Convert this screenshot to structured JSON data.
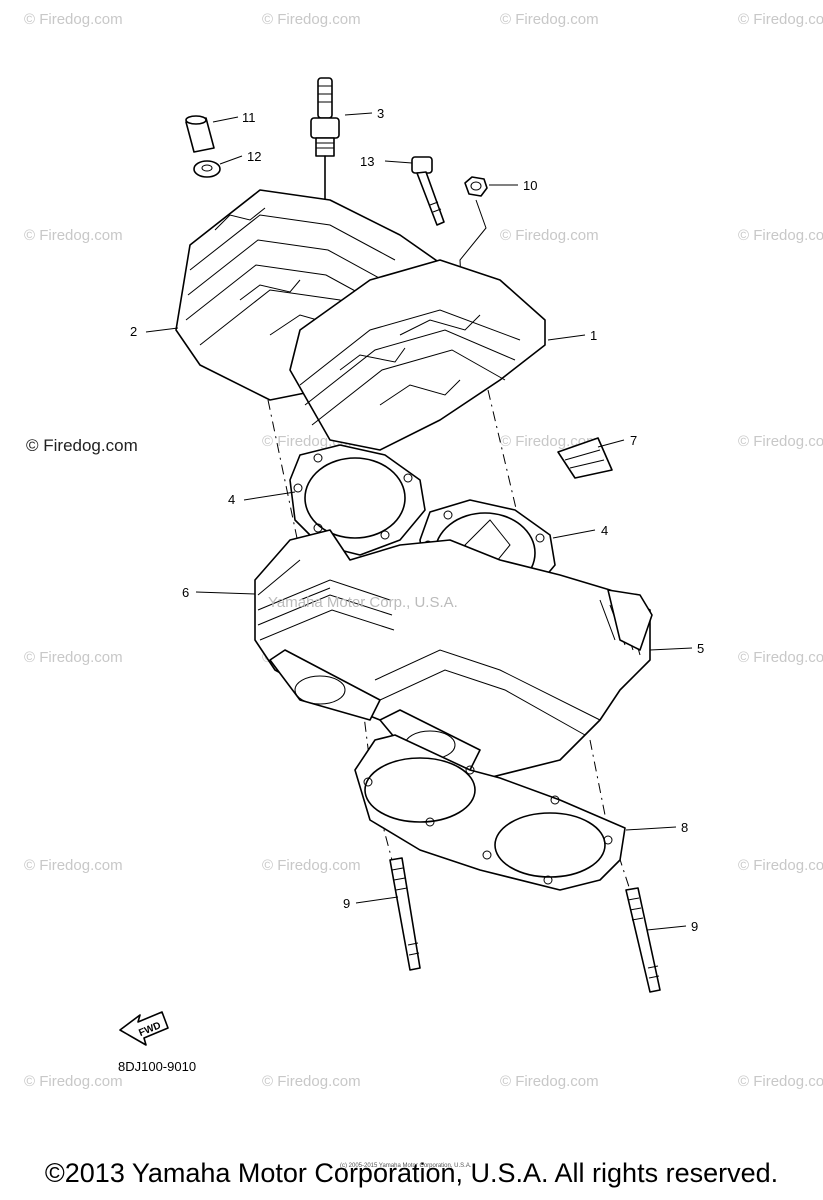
{
  "watermark": "© Firedog.com",
  "side_watermark": "© Firedog.com",
  "engraved_text": "Yamaha Motor Corp., U.S.A.",
  "callouts": [
    "1",
    "2",
    "3",
    "4",
    "4",
    "5",
    "6",
    "7",
    "8",
    "9",
    "9",
    "10",
    "11",
    "12",
    "13"
  ],
  "fwd_label": "FWD",
  "part_code": "8DJ100-9010",
  "small_copyright": "(c) 2005-2015 Yamaha Motor Corporation, U.S.A.",
  "copyright": "©2013 Yamaha Motor Corporation, U.S.A. All rights reserved."
}
